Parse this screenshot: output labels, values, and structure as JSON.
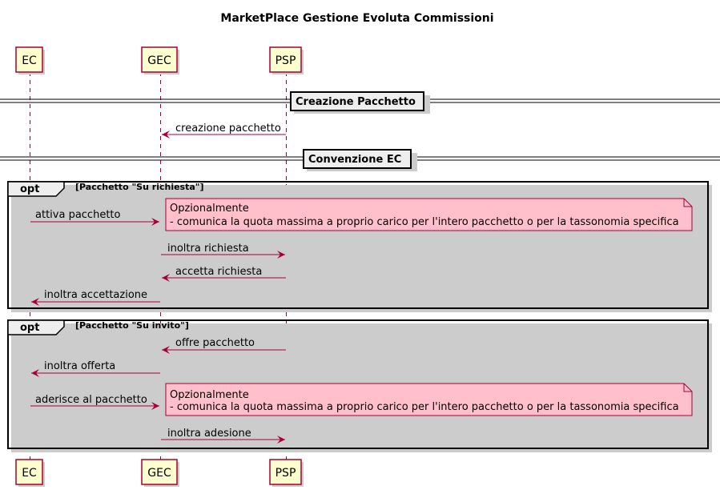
{
  "diagram": {
    "title": "MarketPlace Gestione Evoluta Commissioni",
    "participants": [
      "EC",
      "GEC",
      "PSP"
    ],
    "dividers": [
      "Creazione Pacchetto",
      "Convenzione EC"
    ],
    "messages": [
      "creazione pacchetto",
      "attiva pacchetto",
      "inoltra richiesta",
      "accetta richiesta",
      "inoltra accettazione",
      "offre pacchetto",
      "inoltra offerta",
      "aderisce al pacchetto",
      "inoltra adesione"
    ],
    "groups": [
      {
        "kind": "opt",
        "condition": "[Pacchetto \"Su richiesta\"]"
      },
      {
        "kind": "opt",
        "condition": "[Pacchetto \"Su invito\"]"
      }
    ],
    "notes": [
      {
        "line1": "Opzionalmente",
        "line2": "- comunica la quota massima a proprio carico per l'intero pacchetto o per la tassonomia specifica"
      },
      {
        "line1": "Opzionalmente",
        "line2": "- comunica la quota massima a proprio carico per l'intero pacchetto o per la tassonomia specifica"
      }
    ]
  },
  "colors": {
    "participant_fill": "#FEFECE",
    "participant_border": "#A80036",
    "arrow": "#A80036",
    "note_fill": "#FFC0CB",
    "divider_fill": "#EEEEEE",
    "shadow": "#CCCCCC"
  }
}
